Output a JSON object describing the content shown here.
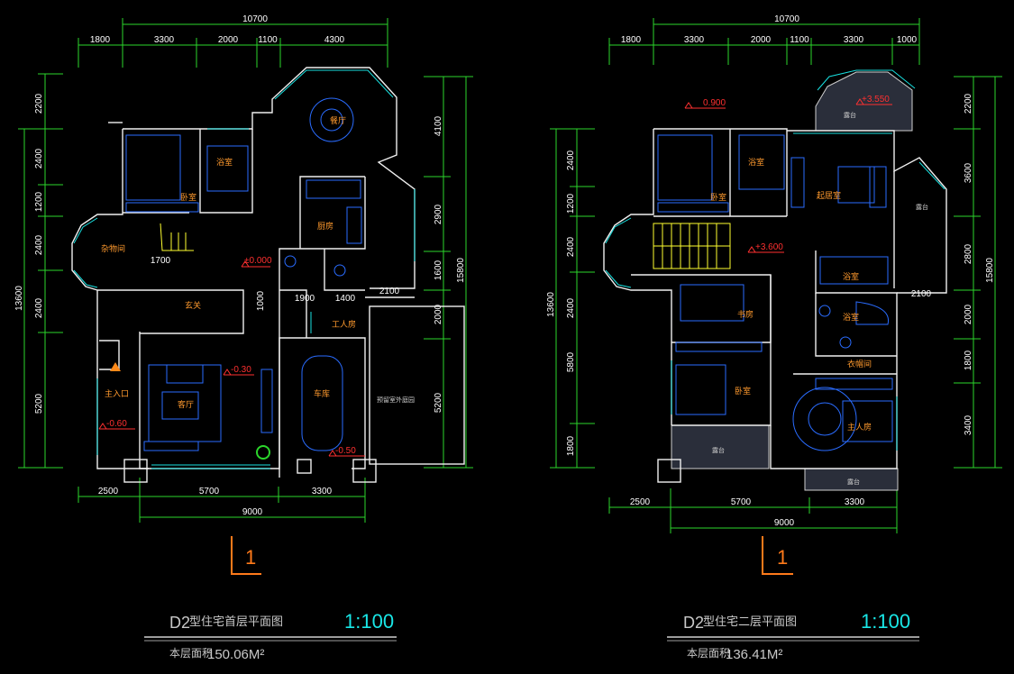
{
  "plans": [
    {
      "id": "ground",
      "top_total": "10700",
      "top_segments": [
        "1800",
        "3300",
        "2000",
        "1100",
        "4300"
      ],
      "left_segments": [
        "2200",
        "2400",
        "1200",
        "2400",
        "2400",
        "5200"
      ],
      "left_total": "13600",
      "right_segments": [
        "4100",
        "2900",
        "1600",
        "2000",
        "5200"
      ],
      "right_total": "15800",
      "bottom_segments": [
        "2500",
        "5700",
        "3300"
      ],
      "bottom_total": "9000",
      "inner_dims": [
        "1700",
        "1900",
        "1400",
        "2100",
        "1000"
      ],
      "rooms": {
        "bedroom": "卧室",
        "bath": "浴室",
        "dining": "餐厅",
        "kitchen": "厨房",
        "store": "杂物间",
        "entry": "玄关",
        "living": "客厅",
        "garage": "车库",
        "worker": "工人房",
        "entrance": "主入口",
        "garden": "预留室外庭园"
      },
      "levels": {
        "a": "±0.000",
        "b": "-0.30",
        "c": "-0.60",
        "d": "-0.50"
      },
      "axis_label": "1",
      "title": "D2型住宅首层平面图",
      "title_prefix": "D2",
      "title_rest": "型住宅首层平面图",
      "scale": "1:100",
      "area_label": "本层面积",
      "area_value": "150.06M²"
    },
    {
      "id": "second",
      "top_total": "10700",
      "top_segments": [
        "1800",
        "3300",
        "2000",
        "1100",
        "3300",
        "1000"
      ],
      "left_segments": [
        "2400",
        "1200",
        "2400",
        "2400",
        "5800",
        "1800"
      ],
      "left_total": "13600",
      "right_segments": [
        "2200",
        "3600",
        "2800",
        "2000",
        "1800",
        "3400"
      ],
      "right_total": "15800",
      "bottom_segments": [
        "2500",
        "5700",
        "3300"
      ],
      "bottom_total": "9000",
      "inner_dims": [
        "2100"
      ],
      "rooms": {
        "bedroom": "卧室",
        "bath": "浴室",
        "lounge": "起居室",
        "study": "书房",
        "bedroom2": "卧室",
        "toilet": "浴室",
        "bath2": "浴室",
        "closet": "衣帽间",
        "master": "主人房",
        "balcony": "露台",
        "balcony2": "露台",
        "balcony3": "露台",
        "balcony4": "露台"
      },
      "levels": {
        "a": "0.900",
        "b": "+3.550",
        "c": "+3.600"
      },
      "axis_label": "1",
      "title_prefix": "D2",
      "title_rest": "型住宅二层平面图",
      "scale": "1:100",
      "area_label": "本层面积",
      "area_value": "136.41M²"
    }
  ],
  "colors": {
    "background": "#000000",
    "wall": "#f0f0f0",
    "dimension": "#2bd62b",
    "window": "#18e0e0",
    "furniture": "#2a6cff",
    "stairs": "#ffff30",
    "level_mark": "#ff3030",
    "room_label": "#ff9a2e",
    "scale_text": "#19e6e6"
  }
}
